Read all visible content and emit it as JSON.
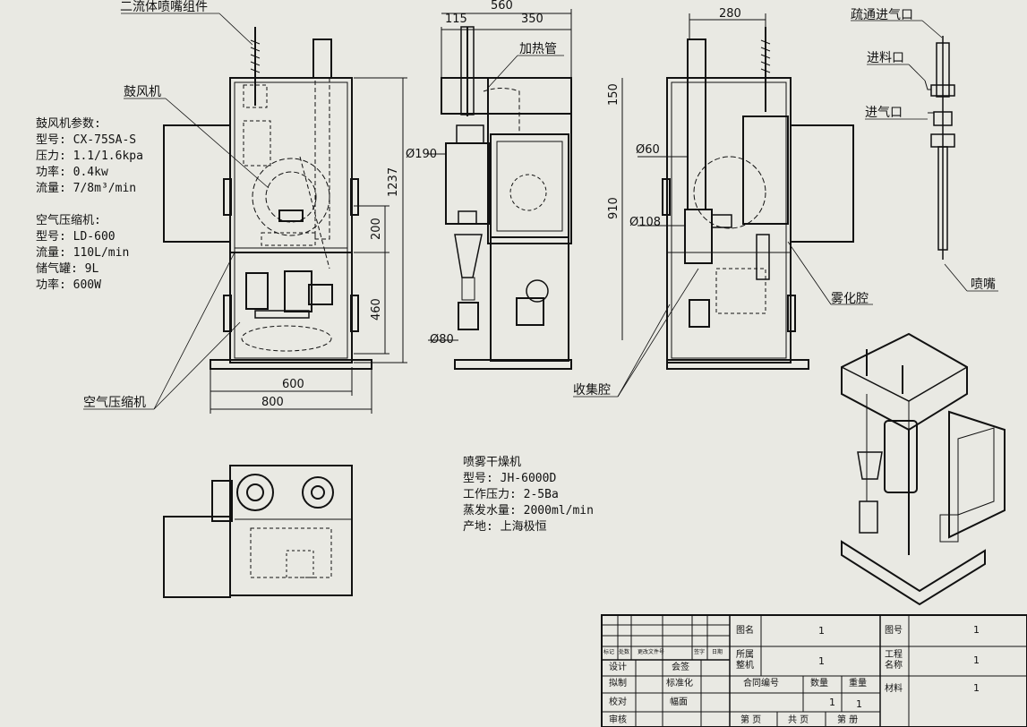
{
  "labels": {
    "nozzle_assembly": "二流体喷嘴组件",
    "blower": "鼓风机",
    "air_compressor": "空气压缩机",
    "heating_tube": "加热管",
    "collection_chamber": "收集腔",
    "atomization_chamber": "雾化腔",
    "unclog_inlet": "疏通进气口",
    "feed_inlet": "进料口",
    "air_inlet": "进气口",
    "nozzle": "喷嘴"
  },
  "blower_params": {
    "title": "鼓风机参数:",
    "lines": [
      "型号: CX-75SA-S",
      "压力: 1.1/1.6kpa",
      "功率: 0.4kw",
      "流量: 7/8m³/min"
    ]
  },
  "compressor_params": {
    "title": "空气压缩机:",
    "lines": [
      "型号: LD-600",
      "流量: 110L/min",
      "储气罐: 9L",
      "功率: 600W"
    ]
  },
  "machine_spec": {
    "title": "喷雾干燥机",
    "lines": [
      "型号: JH-6000D",
      "工作压力: 2-5Ba",
      "蒸发水量: 2000ml/min",
      "产地: 上海极恒"
    ]
  },
  "dimensions": {
    "front_width_inner": "600",
    "front_width_outer": "800",
    "front_height": "1237",
    "front_upper": "200",
    "front_lower": "460",
    "side_top_a": "115",
    "side_top_b": "350",
    "side_top_total": "560",
    "side_dia_190": "Ø190",
    "side_dia_80": "Ø80",
    "rear_top": "280",
    "rear_150": "150",
    "rear_910": "910",
    "rear_dia_60": "Ø60",
    "rear_dia_108": "Ø108"
  },
  "title_block": {
    "header_cells": [
      "标记",
      "处数",
      "更改文件号",
      "签字",
      "日期"
    ],
    "rows": {
      "design": "设计",
      "draft": "拟制",
      "check": "校对",
      "review": "审核",
      "joint_sign": "会签",
      "standardize": "标准化",
      "sheet_size": "幅面"
    },
    "drawing_name_label": "图名",
    "drawing_name_value": "1",
    "belongs_label": "所属\n整机",
    "belongs_value": "1",
    "contract_label": "合同编号",
    "qty_label": "数量",
    "weight_label": "重量",
    "qty_value": "1",
    "weight_value": "1",
    "page_label": "第 页",
    "total_label": "共 页",
    "volume_label": "第 册",
    "drawing_no_label": "图号",
    "drawing_no_value": "1",
    "project_label": "工程\n名称",
    "project_value": "1",
    "material_label": "材料",
    "material_value": "1"
  }
}
